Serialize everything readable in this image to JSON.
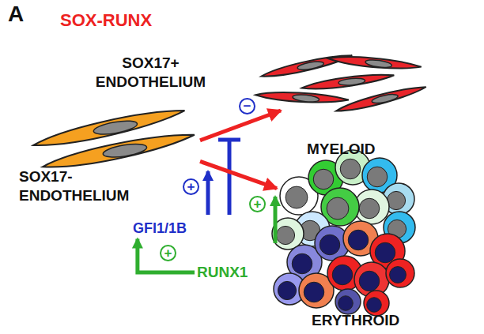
{
  "diagram": {
    "title": "SOX-RUNX",
    "nodes": [
      {
        "text": [
          "SOX17- ENDOTHELIUM"
        ]
      },
      {
        "text": [
          "SOX17+ ENDOTHELIUM"
        ]
      },
      {
        "text": [
          "MYELOID",
          "ERYTHROID"
        ]
      },
      {
        "text": [
          "GFI1/1B"
        ]
      },
      {
        "text": [
          "RUNX1"
        ]
      }
    ],
    "edges": [
      {
        "from": 0,
        "to": 1,
        "arrow": "to"
      },
      {
        "from": 0,
        "to": 2,
        "arrow": "to"
      },
      {
        "from": 4,
        "to": 3,
        "arrow": "to"
      }
    ],
    "labels": [
      "A",
      "−",
      "+",
      "+",
      "+"
    ]
  }
}
